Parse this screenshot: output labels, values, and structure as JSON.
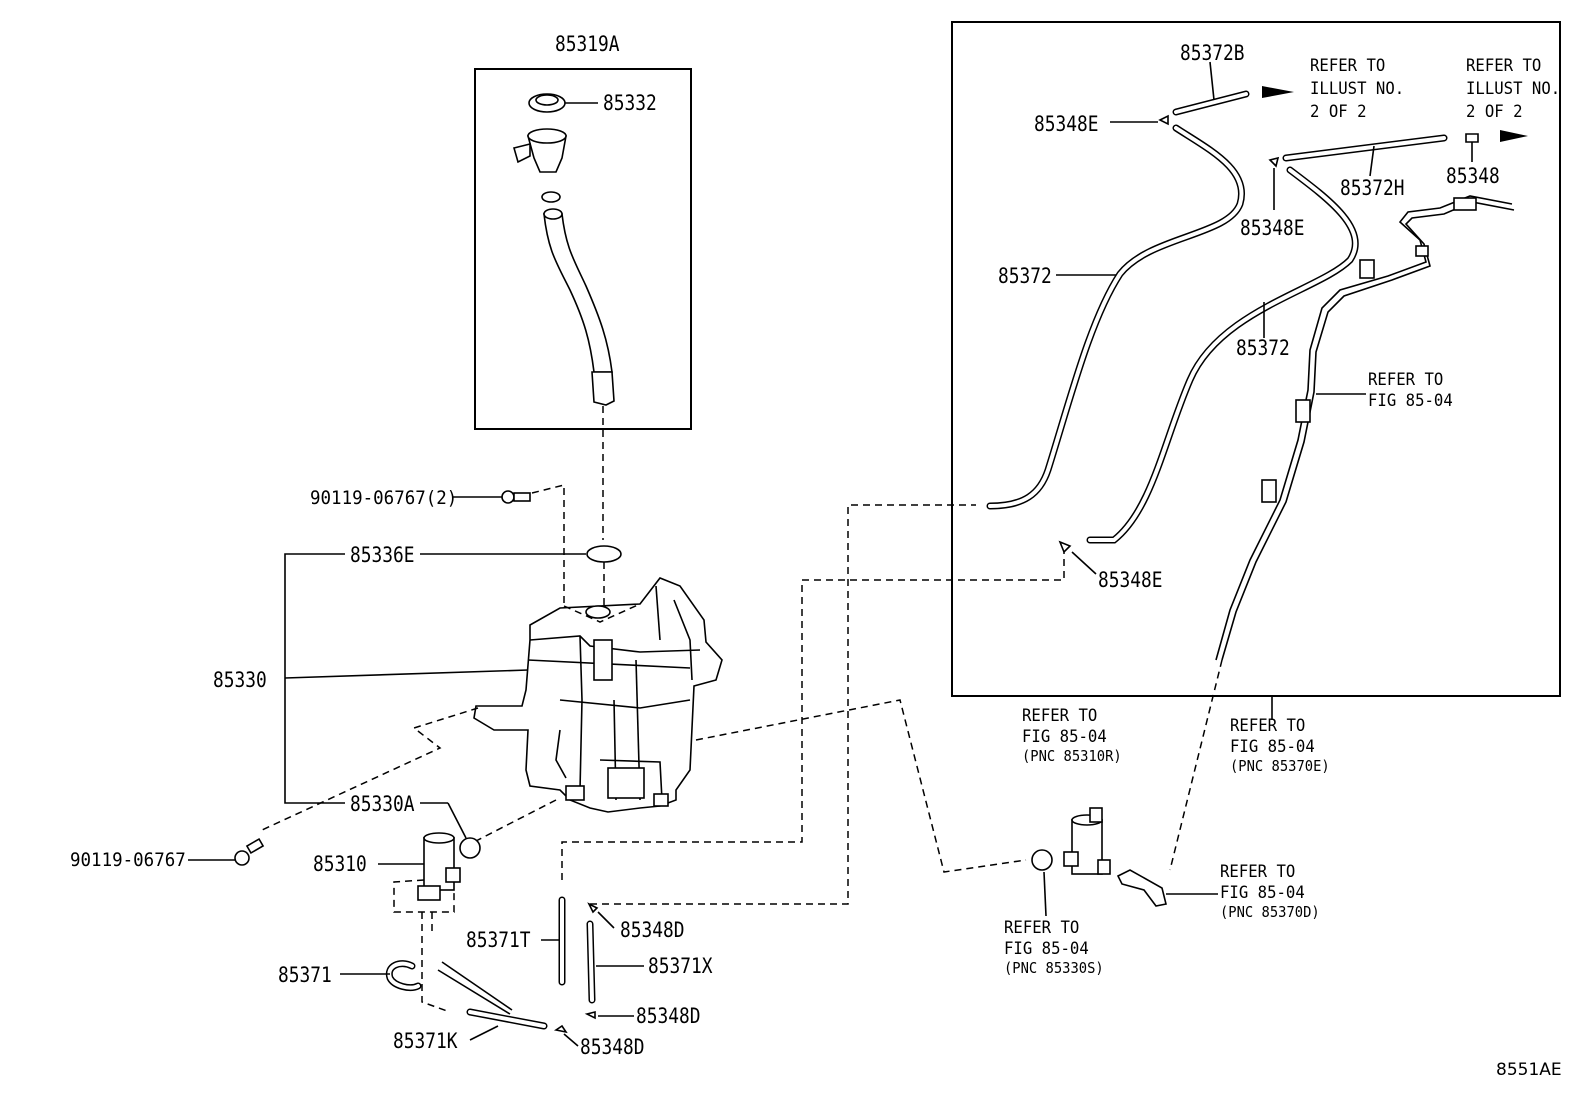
{
  "figure_code": "8551AE",
  "labels": {
    "p85319A": "85319A",
    "p85332": "85332",
    "p90119_2": "90119-06767(2)",
    "p85336E": "85336E",
    "p85330": "85330",
    "p85330A": "85330A",
    "p90119": "90119-06767",
    "p85310": "85310",
    "p85371": "85371",
    "p85371T": "85371T",
    "p85371K": "85371K",
    "p85348D_a": "85348D",
    "p85371X": "85371X",
    "p85348D_b": "85348D",
    "p85348D_c": "85348D",
    "p85372B": "85372B",
    "p85348E_a": "85348E",
    "p85348E_b": "85348E",
    "p85372H": "85372H",
    "p85348": "85348",
    "p85372_a": "85372",
    "p85372_b": "85372",
    "p85348E_c": "85348E"
  },
  "refs": {
    "illust1": [
      "REFER TO",
      "ILLUST NO.",
      "2 OF 2"
    ],
    "illust2": [
      "REFER TO",
      "ILLUST NO.",
      "2 OF 2"
    ],
    "fig_right": [
      "REFER TO",
      "FIG 85-04"
    ],
    "fig_pnc85310R": [
      "REFER TO",
      "FIG 85-04",
      "(PNC 85310R)"
    ],
    "fig_pnc85370E": [
      "REFER TO",
      "FIG 85-04",
      "(PNC 85370E)"
    ],
    "fig_pnc85370D": [
      "REFER TO",
      "FIG 85-04",
      "(PNC 85370D)"
    ],
    "fig_pnc85330S": [
      "REFER TO",
      "FIG 85-04",
      "(PNC 85330S)"
    ]
  }
}
